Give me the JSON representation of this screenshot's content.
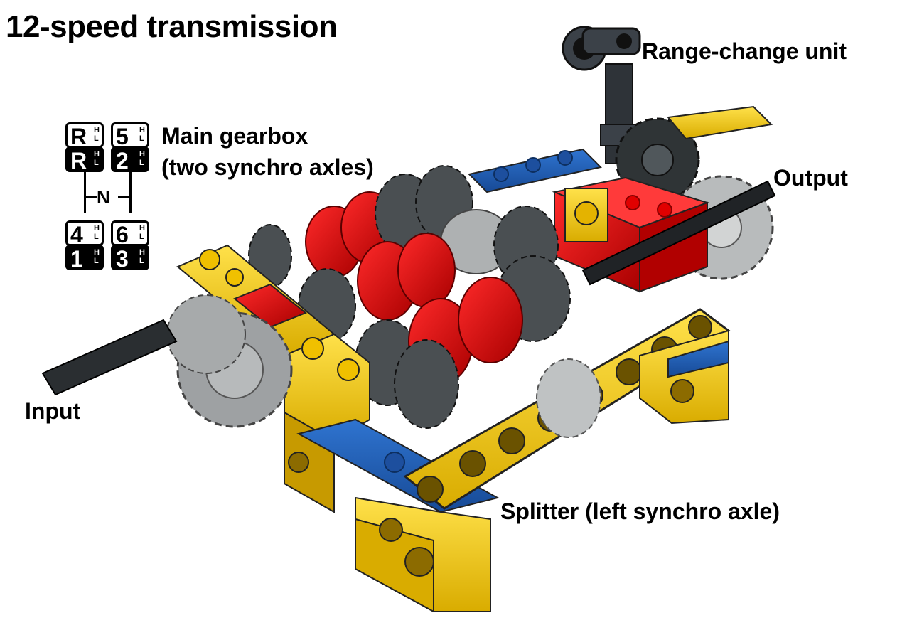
{
  "title": "12-speed transmission",
  "labels": {
    "range_change": "Range-change unit",
    "main_gearbox_line1": "Main gearbox",
    "main_gearbox_line2": "(two synchro axles)",
    "output": "Output",
    "input": "Input",
    "splitter": "Splitter (left synchro axle)"
  },
  "shift_pattern": {
    "neutral": "N",
    "hi": "H",
    "lo": "L",
    "gates": [
      {
        "top": "R",
        "bottom": "R"
      },
      {
        "top": "5",
        "bottom": "2"
      },
      {
        "top": "4",
        "bottom": "1"
      },
      {
        "top": "6",
        "bottom": "3"
      }
    ]
  },
  "colors": {
    "yellow": "#f5cd16",
    "red": "#d40000",
    "blue": "#1f5fb8",
    "gray": "#8c8c8c",
    "dark_gray": "#3a3a3a",
    "black": "#1a1a1a"
  }
}
